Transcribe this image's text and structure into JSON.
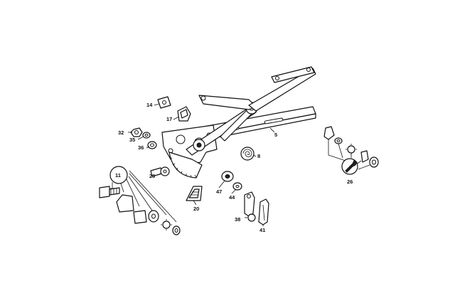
{
  "callouts": {
    "c11": "11",
    "c14": "14",
    "c17": "17",
    "c32": "32",
    "c35": "35",
    "c36": "36",
    "c29": "29",
    "c5": "5",
    "c8": "8",
    "c20": "20",
    "c47": "47",
    "c44": "44",
    "c38": "38",
    "c41": "41",
    "c26": "26"
  },
  "colors": {
    "ink": "#111111",
    "paper": "#ffffff"
  },
  "icons": {
    "kit_26": "wrench-icon"
  }
}
